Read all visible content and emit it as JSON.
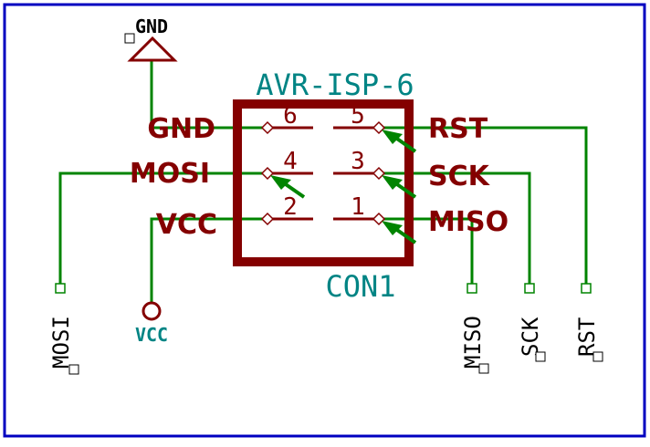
{
  "schematic": {
    "component": {
      "value": "AVR-ISP-6",
      "reference": "CON1",
      "pins": [
        {
          "number": "1",
          "name": "MISO"
        },
        {
          "number": "2",
          "name": "VCC"
        },
        {
          "number": "3",
          "name": "SCK"
        },
        {
          "number": "4",
          "name": "MOSI"
        },
        {
          "number": "5",
          "name": "RST"
        },
        {
          "number": "6",
          "name": "GND"
        }
      ]
    },
    "power": {
      "gnd": "GND",
      "vcc": "VCC"
    },
    "labels": {
      "mosi": "MOSI",
      "miso": "MISO",
      "sck": "SCK",
      "rst": "RST"
    },
    "colors": {
      "wire": "#008400",
      "component": "#840000",
      "reference": "#008484",
      "border": "#0000c0"
    }
  }
}
